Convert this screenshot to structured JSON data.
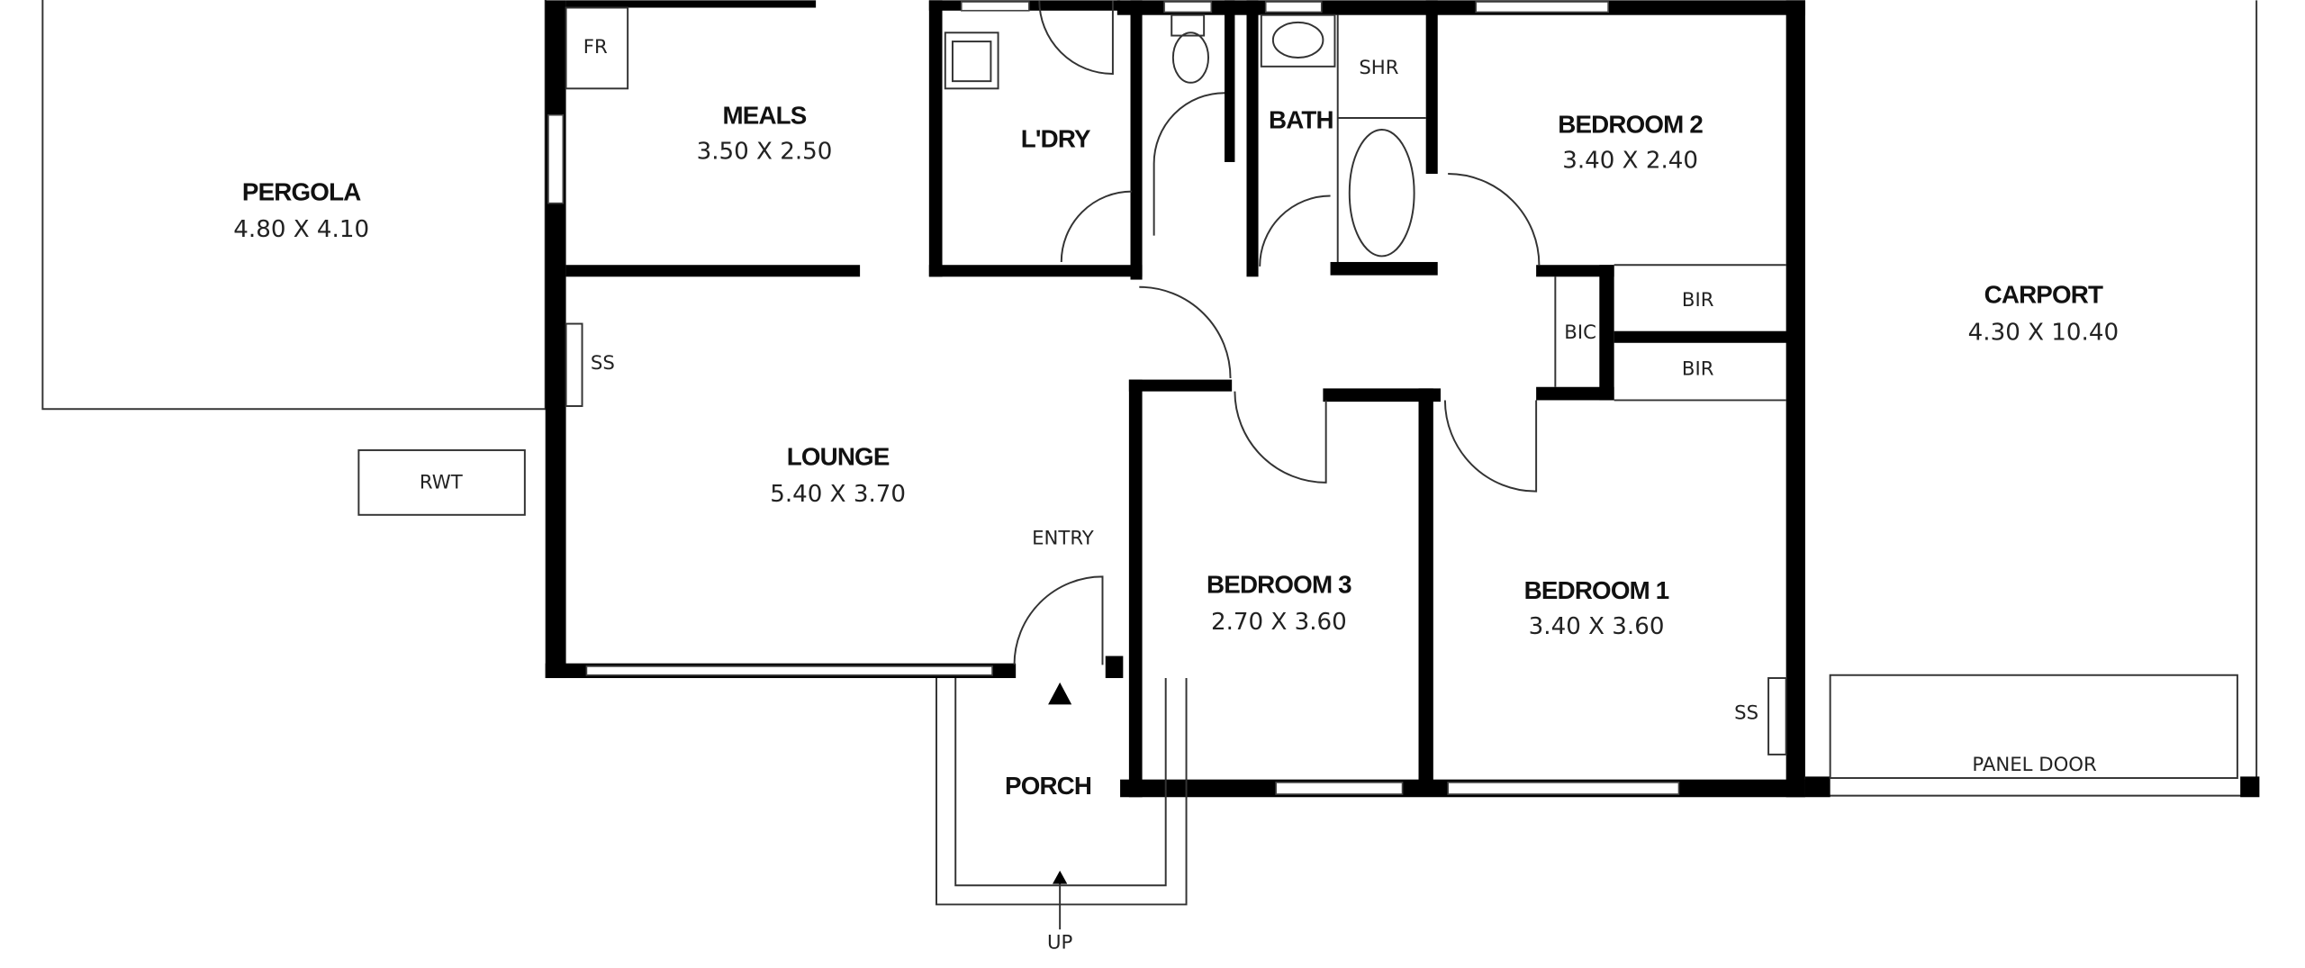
{
  "rooms": {
    "pergola": {
      "name": "PERGOLA",
      "size": "4.80 X 4.10"
    },
    "meals": {
      "name": "MEALS",
      "size": "3.50 X 2.50"
    },
    "laundry": {
      "name": "L'DRY"
    },
    "bath": {
      "name": "BATH"
    },
    "bedroom2": {
      "name": "BEDROOM 2",
      "size": "3.40 X 2.40"
    },
    "carport": {
      "name": "CARPORT",
      "size": "4.30 X 10.40"
    },
    "lounge": {
      "name": "LOUNGE",
      "size": "5.40 X 3.70"
    },
    "bedroom3": {
      "name": "BEDROOM 3",
      "size": "2.70 X 3.60"
    },
    "bedroom1": {
      "name": "BEDROOM 1",
      "size": "3.40 X 3.60"
    },
    "porch": {
      "name": "PORCH"
    }
  },
  "labels": {
    "fr": "FR",
    "ss_lounge": "SS",
    "ss_bedroom1": "SS",
    "shr": "SHR",
    "bir_top": "BIR",
    "bir_bottom": "BIR",
    "bic": "BIC",
    "rwt": "RWT",
    "entry": "ENTRY",
    "panel_door": "PANEL DOOR",
    "up": "UP"
  }
}
